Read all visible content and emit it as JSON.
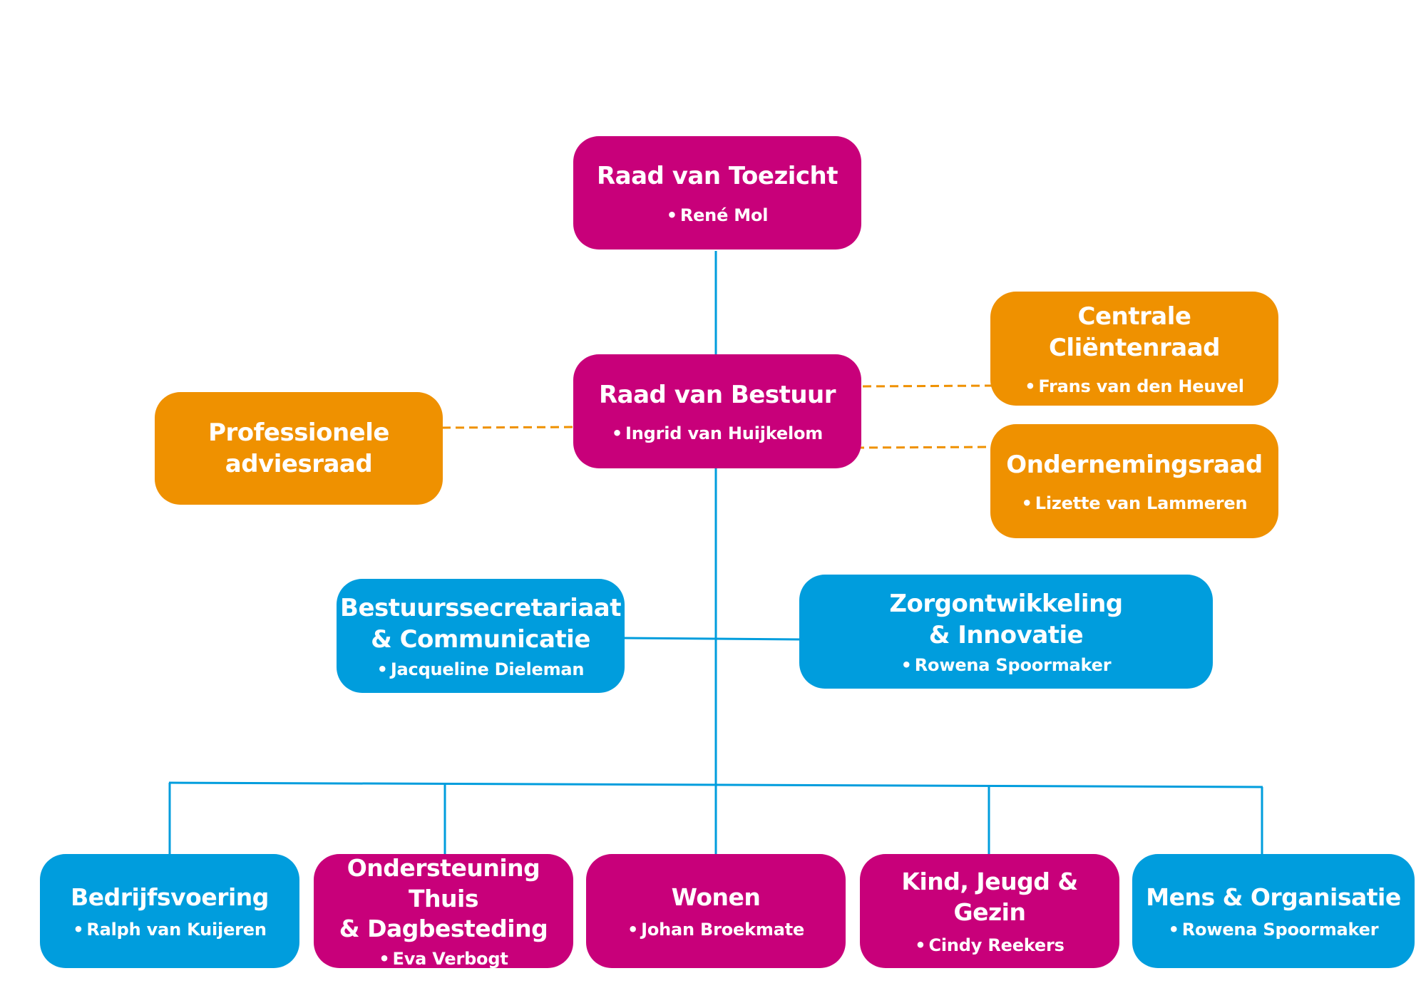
{
  "colors": {
    "magenta": "#c8007a",
    "orange": "#ef9100",
    "blue": "#009ddd",
    "connector_solid": "#009ddd",
    "connector_dashed": "#ef9100"
  },
  "nodes": {
    "raad_van_toezicht": {
      "title": "Raad van Toezicht",
      "person": "René Mol"
    },
    "raad_van_bestuur": {
      "title": "Raad van Bestuur",
      "person": "Ingrid van Huijkelom"
    },
    "professionele_adviesraad": {
      "title_line1": "Professionele",
      "title_line2": "adviesraad"
    },
    "centrale_clientenraad": {
      "title": "Centrale Cliëntenraad",
      "person": "Frans van den Heuvel"
    },
    "ondernemingsraad": {
      "title": "Ondernemingsraad",
      "person": "Lizette van Lammeren"
    },
    "bestuurssecretariaat": {
      "title_line1": "Bestuurssecretariaat",
      "title_line2": "& Communicatie",
      "person": "Jacqueline Dieleman"
    },
    "zorgontwikkeling": {
      "title_line1": "Zorgontwikkeling",
      "title_line2": "& Innovatie",
      "person": "Rowena Spoormaker"
    },
    "bedrijfsvoering": {
      "title": "Bedrijfsvoering",
      "person": "Ralph van Kuijeren"
    },
    "ondersteuning": {
      "title_line1": "Ondersteuning Thuis",
      "title_line2": "& Dagbesteding",
      "person": "Eva Verbogt"
    },
    "wonen": {
      "title": "Wonen",
      "person": "Johan Broekmate"
    },
    "kind_jeugd_gezin": {
      "title": "Kind, Jeugd & Gezin",
      "person": "Cindy Reekers"
    },
    "mens_organisatie": {
      "title": "Mens & Organisatie",
      "person": "Rowena Spoormaker"
    }
  },
  "bullet": "•"
}
